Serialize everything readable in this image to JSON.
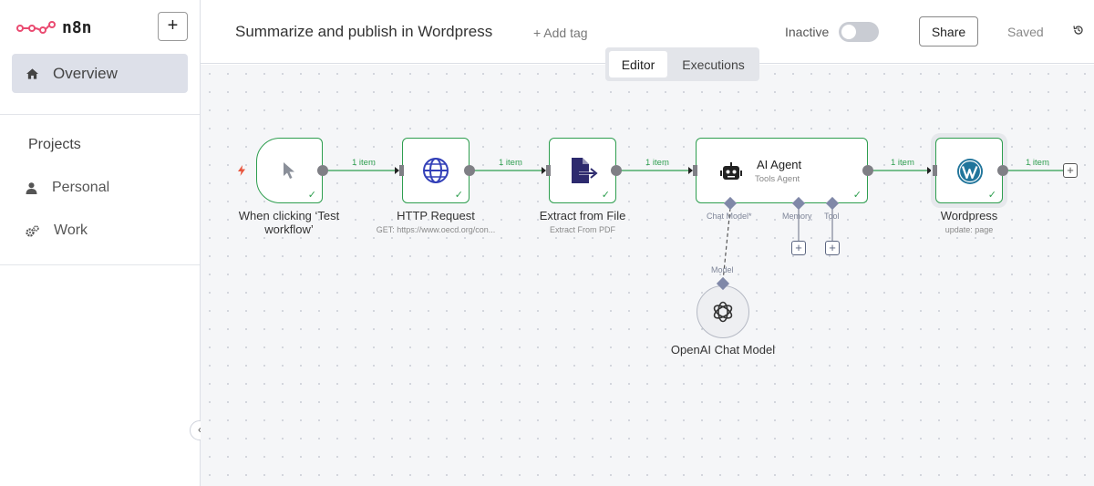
{
  "app": {
    "logo_text": "n8n"
  },
  "sidebar": {
    "new_button": "+",
    "overview_label": "Overview",
    "projects_title": "Projects",
    "items": [
      {
        "label": "Personal",
        "icon": "user-icon"
      },
      {
        "label": "Work",
        "icon": "cogs-icon"
      }
    ],
    "collapse": "‹"
  },
  "header": {
    "title": "Summarize and publish in Wordpress",
    "add_tag": "+ Add tag",
    "status_label": "Inactive",
    "share": "Share",
    "saved": "Saved"
  },
  "tabs": [
    {
      "label": "Editor",
      "active": true
    },
    {
      "label": "Executions",
      "active": false
    }
  ],
  "nodes": {
    "trigger": {
      "label": "When clicking ‘Test workflow’"
    },
    "http": {
      "label": "HTTP Request",
      "sub": "GET: https://www.oecd.org/con..."
    },
    "extract": {
      "label": "Extract from File",
      "sub": "Extract From PDF"
    },
    "agent": {
      "label": "AI Agent",
      "sub": "Tools Agent",
      "ports": {
        "chat_model": "Chat Model*",
        "memory": "Memory",
        "tool": "Tool"
      }
    },
    "wordpress": {
      "label": "Wordpress",
      "sub": "update: page"
    },
    "openai": {
      "label": "OpenAI Chat Model",
      "port": "Model"
    }
  },
  "edges": {
    "item_label": "1 item"
  },
  "colors": {
    "success": "#2e9e4f",
    "brand": "#ea4b71",
    "wordpress": "#21759b"
  }
}
